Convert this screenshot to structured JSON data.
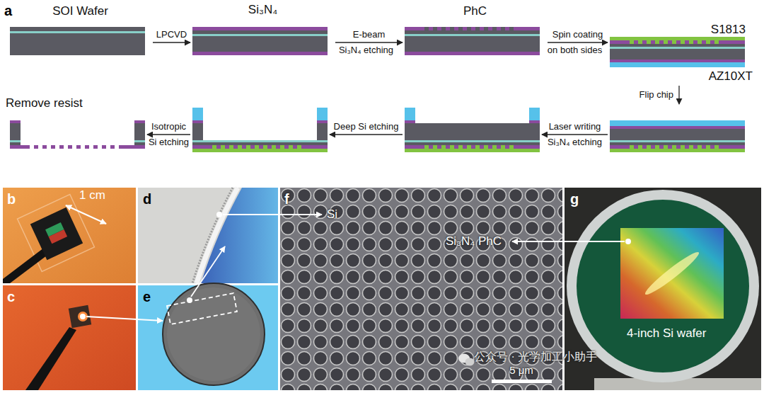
{
  "diagram": {
    "nodes": [
      {
        "text": [
          "SOI Wafer"
        ]
      },
      {
        "text": [
          "Si₃N₄"
        ]
      },
      {
        "text": [
          "PhC"
        ]
      },
      {
        "text": [
          "S1813",
          "AZ10XT"
        ]
      },
      {
        "text": []
      },
      {
        "text": []
      },
      {
        "text": []
      },
      {
        "text": [
          "Remove resist"
        ]
      }
    ],
    "edges": [
      {
        "from": 0,
        "to": 1,
        "arrow": "to",
        "label": "LPCVD"
      },
      {
        "from": 1,
        "to": 2,
        "arrow": "to",
        "label": "E-beam"
      },
      {
        "from": 2,
        "to": 3,
        "arrow": "to",
        "label": "Spin coating"
      },
      {
        "from": 3,
        "to": 4,
        "arrow": "to",
        "label": "Flip chip"
      },
      {
        "from": 4,
        "to": 5,
        "arrow": "to",
        "label": "Laser writing"
      },
      {
        "from": 5,
        "to": 6,
        "arrow": "to",
        "label": "Deep Si etching"
      },
      {
        "from": 6,
        "to": 7,
        "arrow": "to",
        "label": "Isotropic"
      }
    ],
    "labels": [
      "a",
      "Si₃N₄ etching",
      "on both sides",
      "Si₃N₄ etching",
      "Si etching",
      "b",
      "1 cm",
      "c",
      "d",
      "e",
      "f",
      "Si",
      "Si₃N₄ PhC",
      "5 μm",
      "g",
      "4-inch Si wafer",
      "公众号 · 光学加工小助手"
    ]
  }
}
